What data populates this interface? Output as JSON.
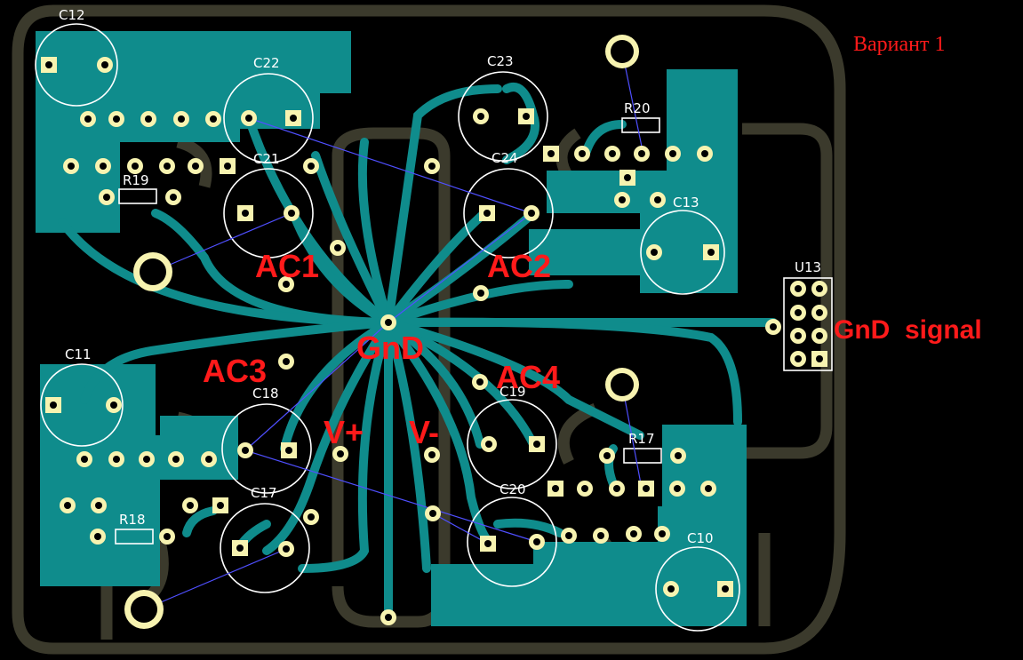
{
  "document": {
    "variant_label": "Вариант 1"
  },
  "net_labels": {
    "ac1": "AC1",
    "ac2": "AC2",
    "ac3": "AC3",
    "ac4": "AC4",
    "gnd": "GnD",
    "v_plus": "V+",
    "v_minus": "V-",
    "gnd_signal": "GnD  signal"
  },
  "designators": {
    "c12": "C12",
    "c22": "C22",
    "c21": "C21",
    "c23": "C23",
    "c24": "C24",
    "c13": "C13",
    "c11": "C11",
    "c18": "C18",
    "c17": "C17",
    "c19": "C19",
    "c20": "C20",
    "c10": "C10",
    "r19": "R19",
    "r20": "R20",
    "r18": "R18",
    "r17": "R17",
    "u13": "U13"
  },
  "colors": {
    "background": "#000000",
    "copper_fill": "#0f8c8c",
    "trace": "#0f8c8c",
    "outline": "#3b3a2c",
    "pad": "#f7f3b0",
    "hole": "#000000",
    "silkscreen": "#ffffff",
    "net_label": "#ff1a1a",
    "ratsnest": "#4f4fff"
  }
}
